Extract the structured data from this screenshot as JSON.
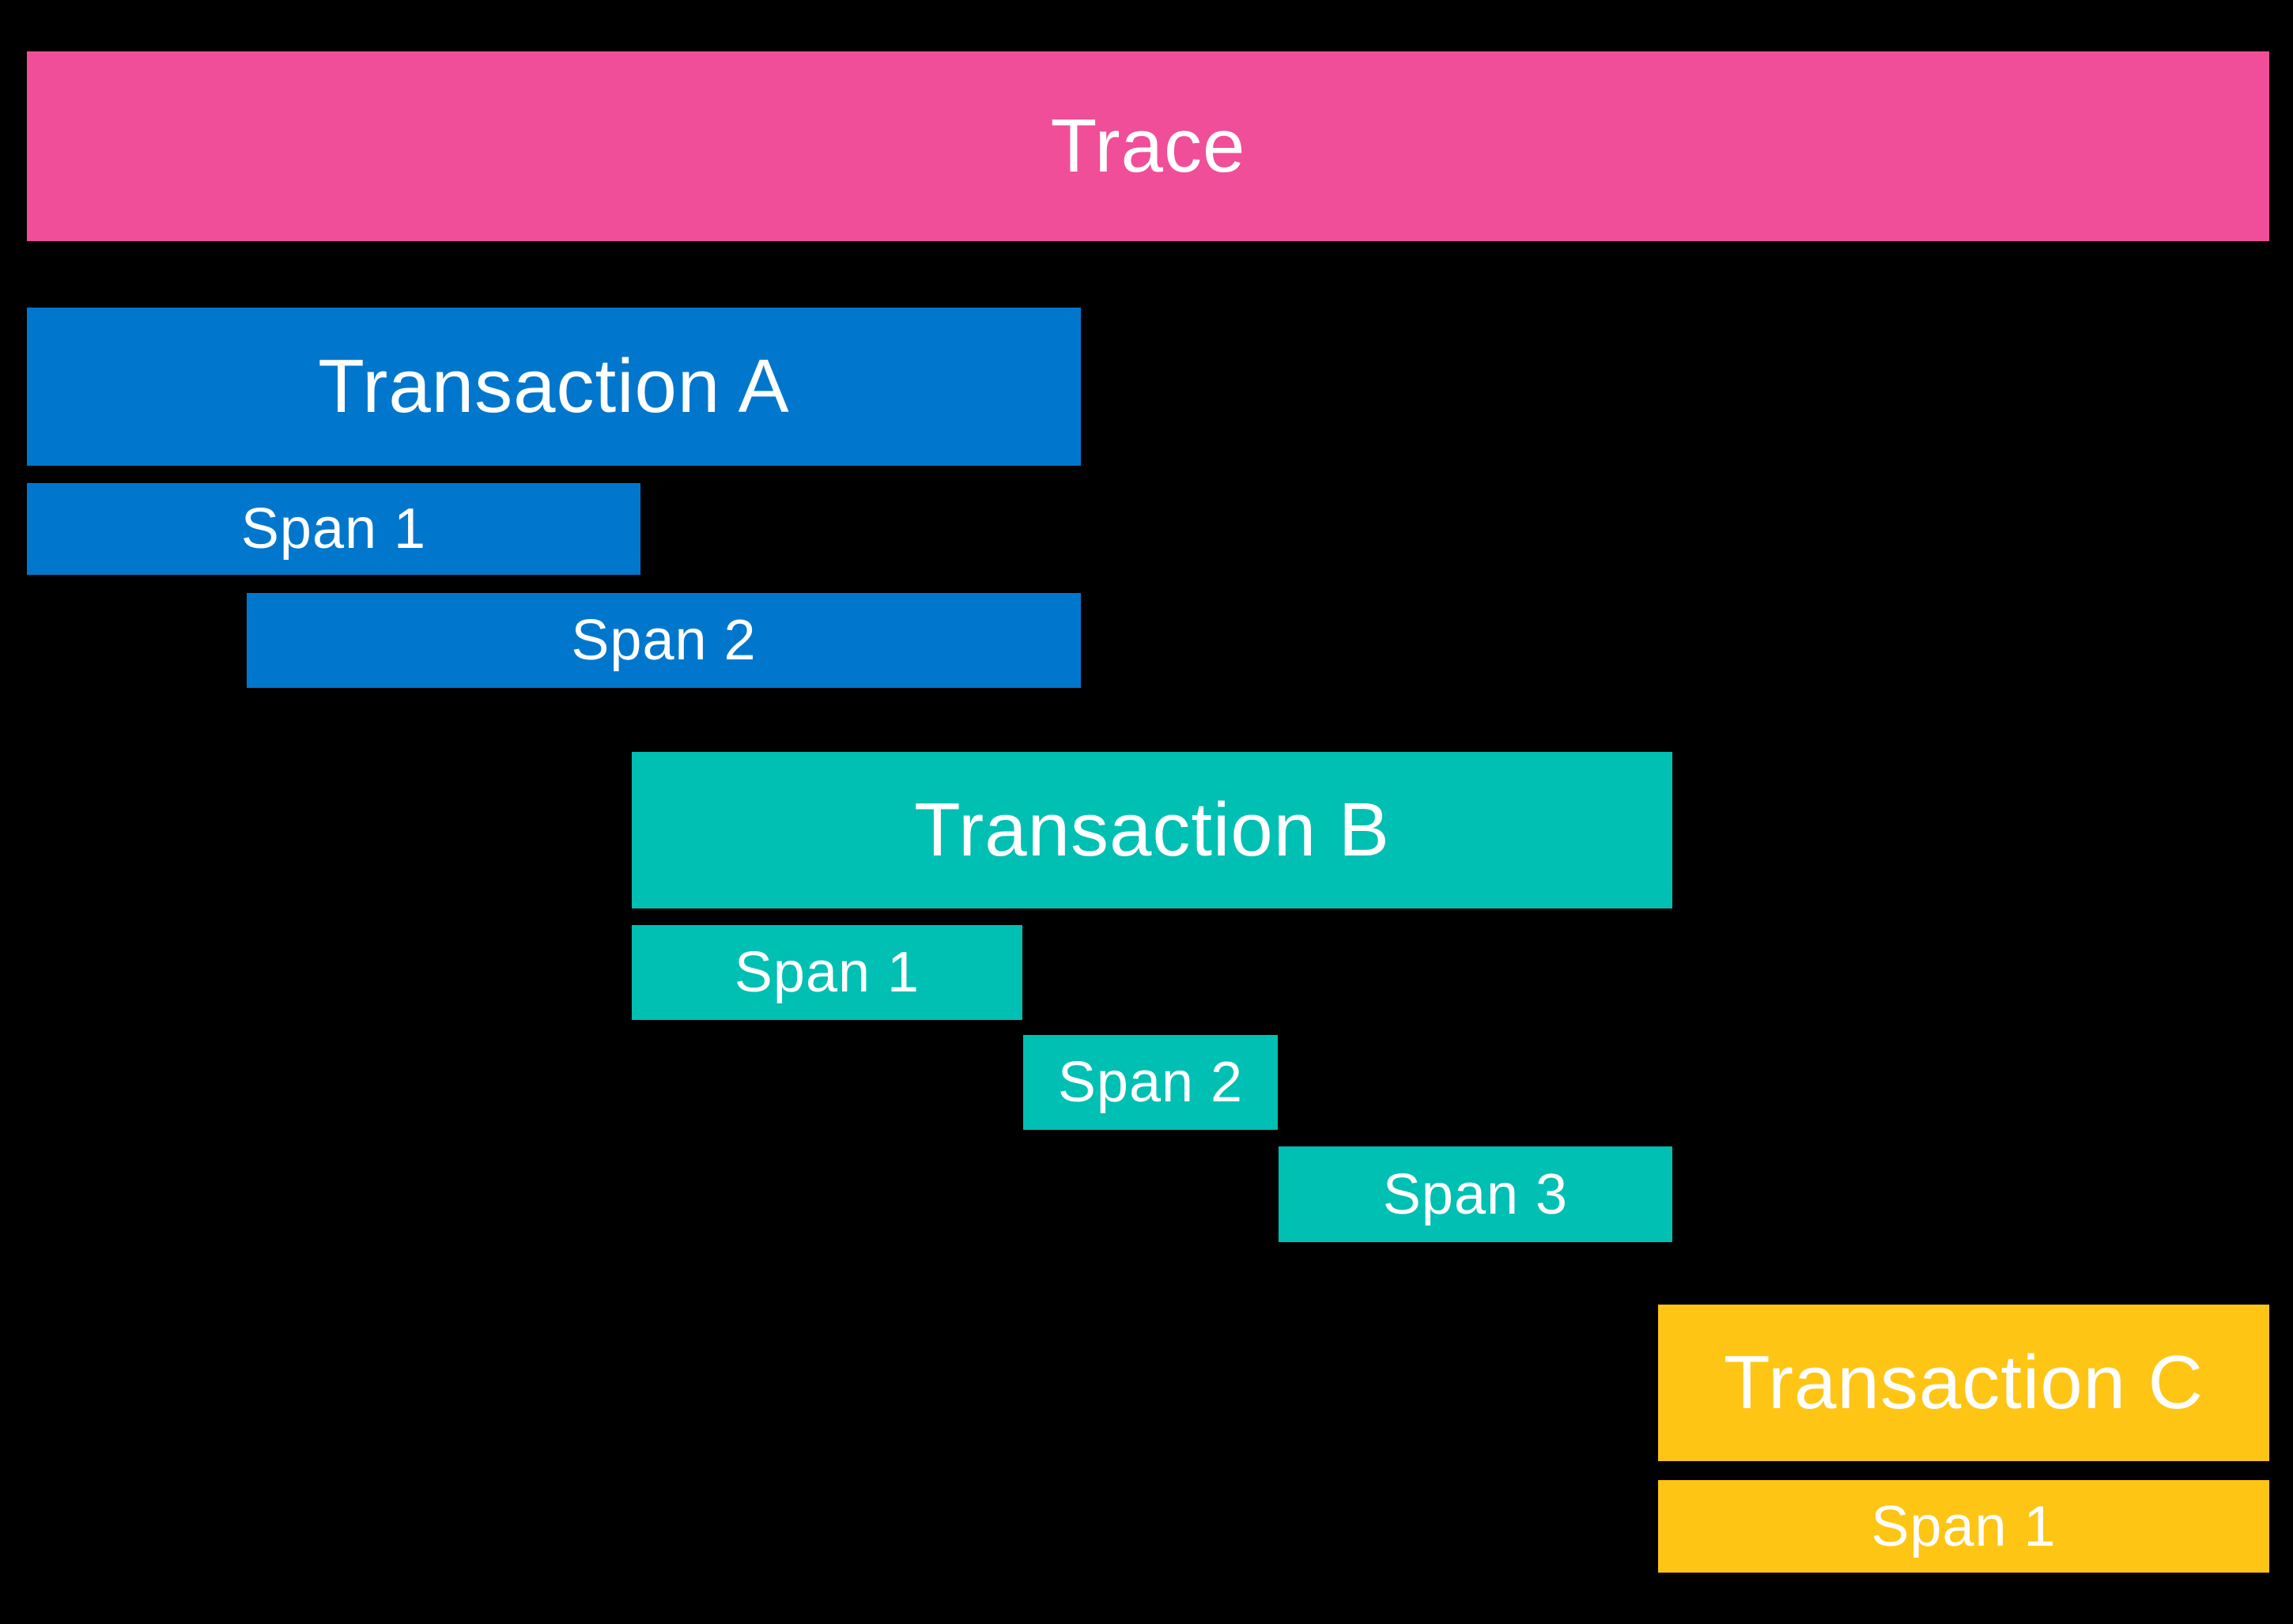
{
  "canvas": {
    "background": "#000000",
    "text_color": "#FFFFFF"
  },
  "colors": {
    "trace": "#F04E98",
    "transaction_a": "#0077CC",
    "transaction_b": "#00BFB3",
    "transaction_c": "#FEC514"
  },
  "trace": {
    "label": "Trace"
  },
  "transactions": [
    {
      "label": "Transaction A",
      "spans": [
        {
          "label": "Span 1"
        },
        {
          "label": "Span 2"
        }
      ]
    },
    {
      "label": "Transaction B",
      "spans": [
        {
          "label": "Span 1"
        },
        {
          "label": "Span 2"
        },
        {
          "label": "Span 3"
        }
      ]
    },
    {
      "label": "Transaction C",
      "spans": [
        {
          "label": "Span 1"
        }
      ]
    }
  ]
}
